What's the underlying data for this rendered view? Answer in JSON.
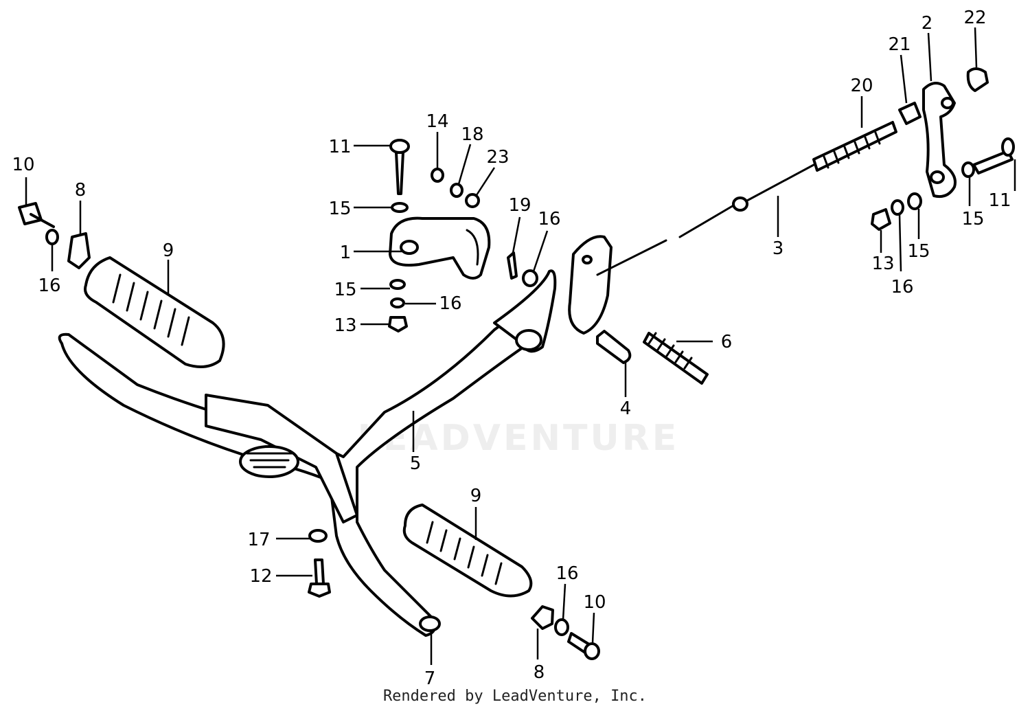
{
  "watermark": "LEADVENTURE",
  "footer": "Rendered by LeadVenture, Inc.",
  "callouts": [
    "10",
    "8",
    "16",
    "9",
    "11",
    "15",
    "1",
    "15",
    "16",
    "13",
    "14",
    "18",
    "23",
    "19",
    "16",
    "20",
    "21",
    "2",
    "22",
    "3",
    "11",
    "15",
    "13",
    "16",
    "15",
    "6",
    "4",
    "5",
    "17",
    "12",
    "9",
    "16",
    "10",
    "8",
    "7"
  ]
}
